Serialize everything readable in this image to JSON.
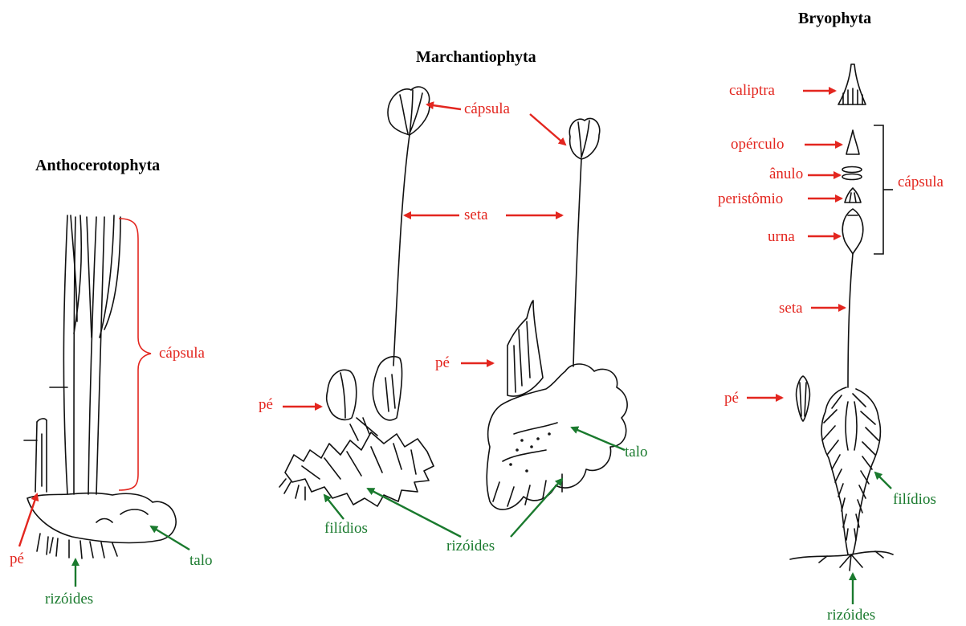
{
  "colors": {
    "red": "#e3261f",
    "green": "#1a7a2e",
    "ink": "#111111"
  },
  "titles": {
    "anthocerotophyta": "Anthocerotophyta",
    "marchantiophyta": "Marchantiophyta",
    "bryophyta": "Bryophyta"
  },
  "anthocerotophyta": {
    "capsula": "cápsula",
    "pe": "pé",
    "talo": "talo",
    "rizoides": "rizóides"
  },
  "marchantiophyta": {
    "capsula": "cápsula",
    "seta": "seta",
    "pe_left": "pé",
    "pe_right": "pé",
    "talo": "talo",
    "filidios": "filídios",
    "rizoides": "rizóides"
  },
  "bryophyta": {
    "caliptra": "caliptra",
    "operculo": "opérculo",
    "anulo": "ânulo",
    "peristomio": "peristômio",
    "urna": "urna",
    "capsula": "cápsula",
    "seta": "seta",
    "pe": "pé",
    "filidios": "filídios",
    "rizoides": "rizóides"
  }
}
